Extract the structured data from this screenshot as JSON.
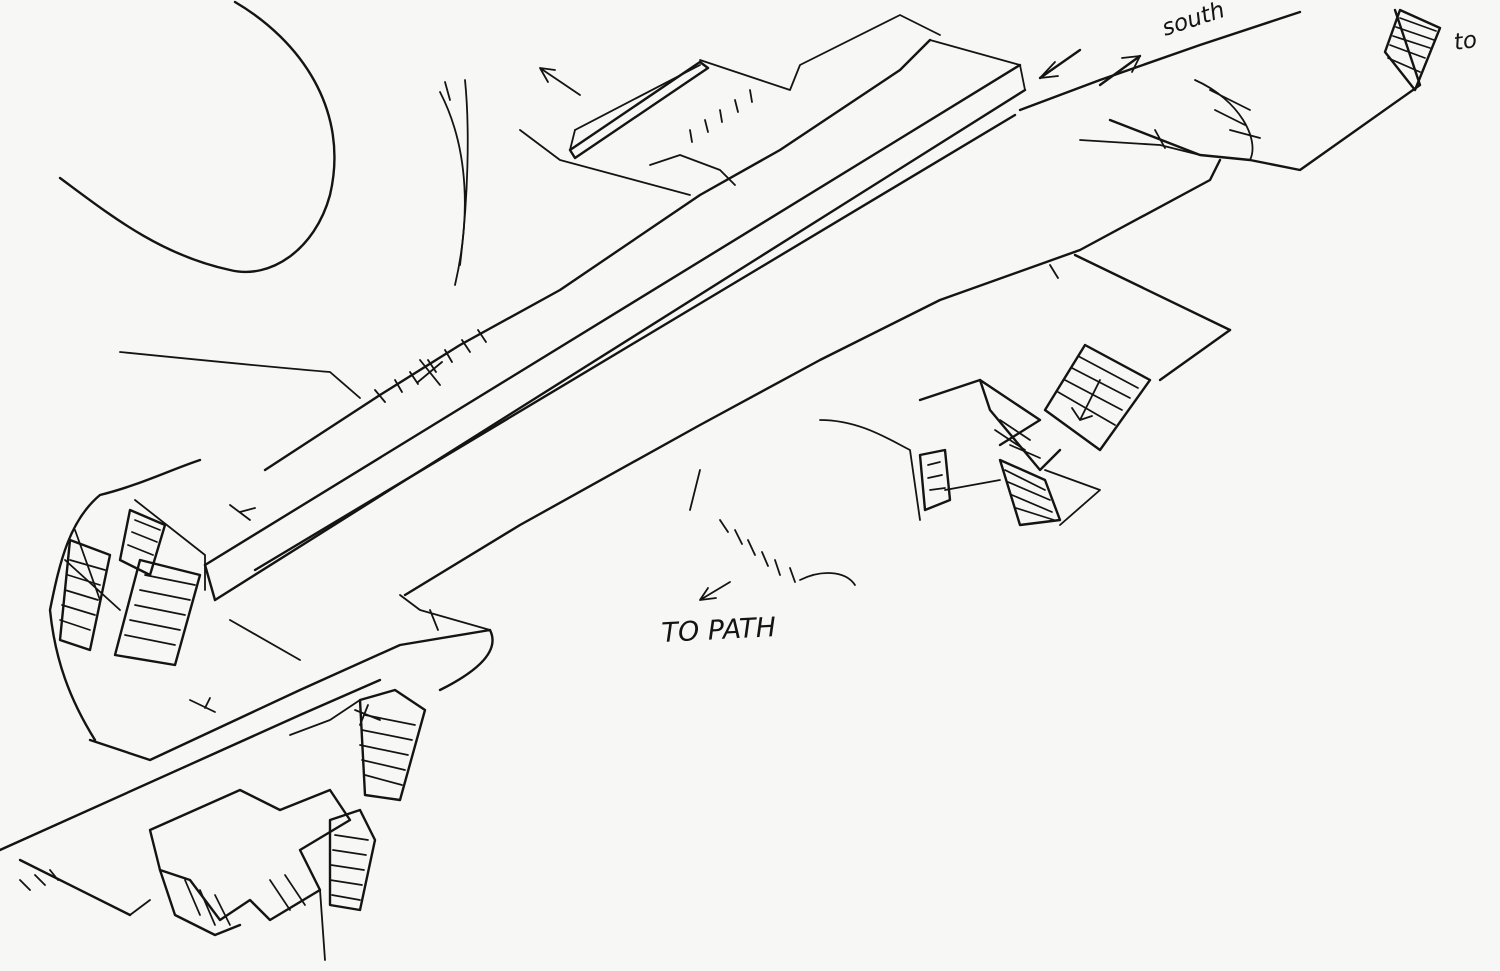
{
  "annotations": {
    "to_path": "TO PATH",
    "south": "south",
    "to": "to"
  },
  "colors": {
    "paper": "#f7f7f6",
    "ink": "#141414"
  }
}
